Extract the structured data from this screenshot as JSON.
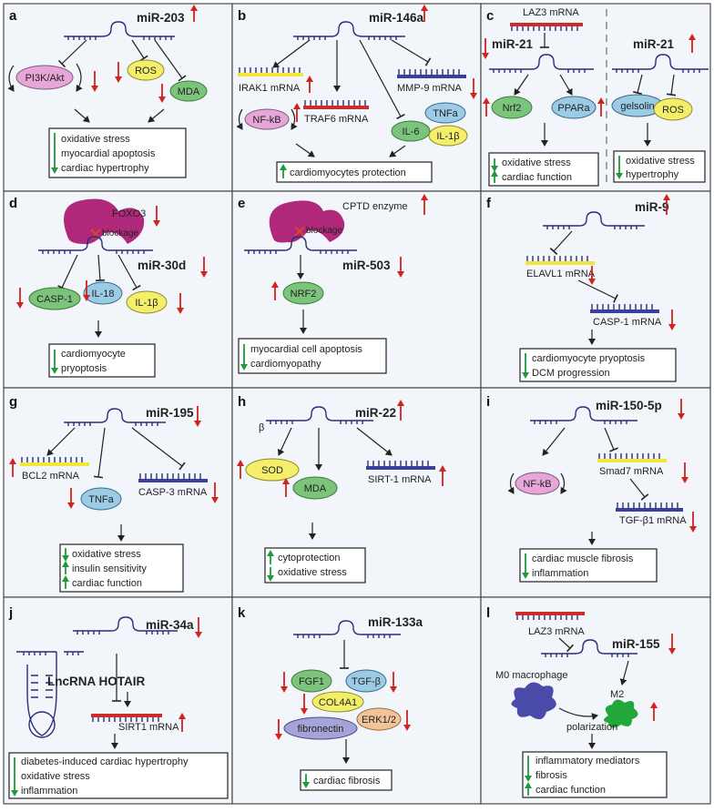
{
  "panels": {
    "a": {
      "tag": "a",
      "mir": "miR-203",
      "nodes": [
        "PI3K/Akt",
        "ROS",
        "MDA"
      ],
      "outcomes": [
        "oxidative stress",
        "myocardial apoptosis",
        "cardiac hypertrophy"
      ]
    },
    "b": {
      "tag": "b",
      "mir": "miR-146a",
      "mrnas": [
        "IRAK1 mRNA",
        "TRAF6 mRNA",
        "MMP-9 mRNA"
      ],
      "nodes": [
        "NF-kB",
        "TNFa",
        "IL-6",
        "IL-1β"
      ],
      "outcomes": [
        "cardiomyocytes protection"
      ]
    },
    "c": {
      "tag": "c",
      "top": "LAZ3 mRNA",
      "mir": "miR-21",
      "mir2": "miR-21",
      "nodes": [
        "Nrf2",
        "PPARa",
        "gelsolin",
        "ROS"
      ],
      "outcomes_left": [
        "oxidative stress",
        "cardiac function"
      ],
      "outcomes_right": [
        "oxidative stress",
        "hypertrophy"
      ]
    },
    "d": {
      "tag": "d",
      "enzyme": "FOXO3",
      "blockage": "blockage",
      "mir": "miR-30d",
      "nodes": [
        "CASP-1",
        "IL-18",
        "IL-1β"
      ],
      "outcomes": [
        "cardiomyocyte",
        "pryoptosis"
      ]
    },
    "e": {
      "tag": "e",
      "enzyme": "CPTD enzyme",
      "blockage": "blockage",
      "mir": "miR-503",
      "nodes": [
        "NRF2"
      ],
      "outcomes": [
        "myocardial cell apoptosis",
        "cardiomyopathy"
      ]
    },
    "f": {
      "tag": "f",
      "mir": "miR-9",
      "mrnas": [
        "ELAVL1 mRNA",
        "CASP-1 mRNA"
      ],
      "outcomes": [
        "cardiomyocyte pryoptosis",
        "DCM progression"
      ]
    },
    "g": {
      "tag": "g",
      "mir": "miR-195",
      "mrnas": [
        "BCL2 mRNA",
        "CASP-3 mRNA"
      ],
      "nodes": [
        "TNFa"
      ],
      "outcomes": [
        "oxidative stress",
        "insulin sensitivity",
        "cardiac function"
      ]
    },
    "h": {
      "tag": "h",
      "mir": "miR-22",
      "beta": "β",
      "mrnas": [
        "SIRT-1  mRNA"
      ],
      "nodes": [
        "SOD",
        "MDA"
      ],
      "outcomes": [
        "cytoprotection",
        "oxidative stress"
      ]
    },
    "i": {
      "tag": "i",
      "mir": "miR-150-5p",
      "mrnas": [
        "Smad7 mRNA",
        "TGF-β1 mRNA"
      ],
      "nodes": [
        "NF-kB"
      ],
      "outcomes": [
        "cardiac muscle fibrosis",
        "inflammation"
      ]
    },
    "j": {
      "tag": "j",
      "mir": "miR-34a",
      "lnc": "LncRNA HOTAIR",
      "mrnas": [
        "SIRT1 mRNA"
      ],
      "outcomes": [
        "diabetes-induced cardiac hypertrophy",
        "oxidative stress",
        "inflammation"
      ]
    },
    "k": {
      "tag": "k",
      "mir": "miR-133a",
      "nodes": [
        "FGF1",
        "TGF-β",
        "COL4A1",
        "ERK1/2",
        "fibronectin"
      ],
      "outcomes": [
        "cardiac fibrosis"
      ]
    },
    "l": {
      "tag": "l",
      "top": "LAZ3  mRNA",
      "mir": "miR-155",
      "cell1": "M0 macrophage",
      "cell2": "M2",
      "process": "polarization",
      "outcomes": [
        "inflammatory mediators",
        "fibrosis",
        "cardiac function"
      ]
    }
  },
  "colors": {
    "panel_bg": "#f2f6fa",
    "up_down_arrows": "#d0231f",
    "outcome_arrows": "#1e9a3c",
    "rna": "#2a2f7a",
    "mrna_yellow": "#f2e63a",
    "mrna_red": "#d02b2b",
    "mrna_blue": "#3a3f9a"
  }
}
